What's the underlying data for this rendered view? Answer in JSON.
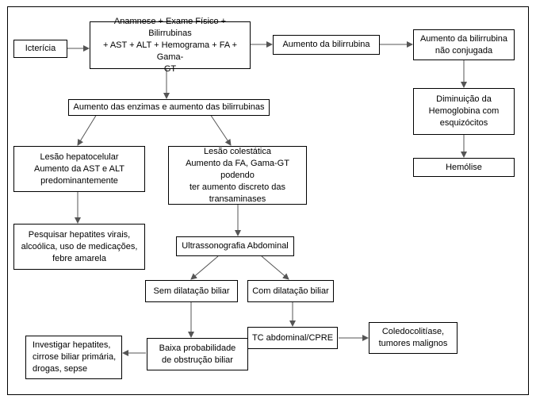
{
  "nodes": {
    "ictericia": "Icterícia",
    "anamnese": "Anamnese + Exame Físico + Bilirrubinas\n+ AST + ALT + Hemograma + FA + Gama-\nGT",
    "aumento_bilirrubina": "Aumento da bilirrubina",
    "nao_conjugada": "Aumento da bilirrubina\nnão conjugada",
    "diminuicao_hemoglobina": "Diminuição da\nHemoglobina com\nesquizócitos",
    "hemolise": "Hemólise",
    "aumento_enzimas": "Aumento das enzimas e aumento das bilirrubinas",
    "lesao_hepatocelular": "Lesão hepatocelular\nAumento da AST e ALT\npredominantemente",
    "lesao_colestatica": "Lesão colestática\nAumento da FA, Gama-GT podendo\nter aumento discreto das\ntransaminases",
    "pesquisar": "Pesquisar hepatites virais,\nalcoólica, uso de medicações,\nfebre amarela",
    "ultrassonografia": "Ultrassonografia Abdominal",
    "sem_dilatacao": "Sem dilatação biliar",
    "com_dilatacao": "Com dilatação biliar",
    "baixa_probabilidade": "Baixa probabilidade\nde obstrução biliar",
    "investigar": "Investigar hepatites,\ncirrose biliar primária,\ndrogas, sepse",
    "tc": "TC abdominal/CPRE",
    "coledocolitiase": "Coledocolitíase,\ntumores malignos"
  }
}
